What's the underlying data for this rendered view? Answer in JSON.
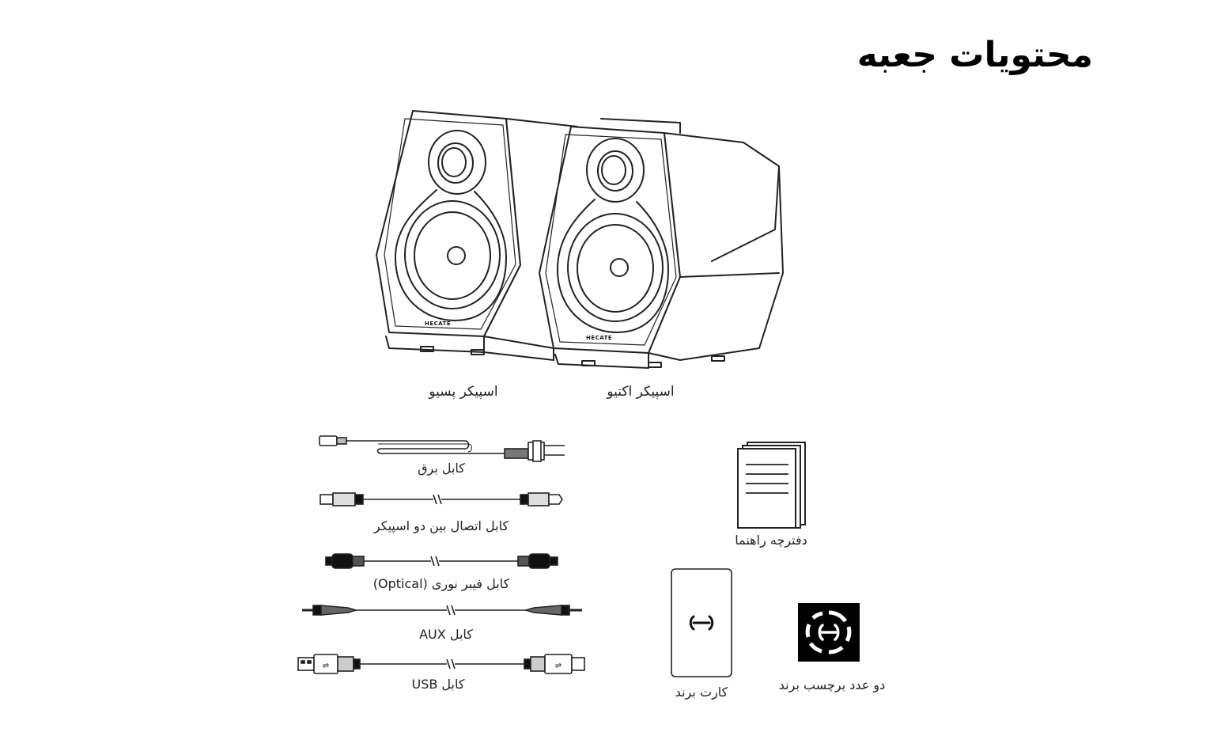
{
  "title": "محتویات جعبه",
  "speakers": {
    "brand_mark": "HECATE",
    "passive_label": "اسپیکر پسیو",
    "active_label": "اسپیکر اکتیو"
  },
  "cables": {
    "power": "کابل برق",
    "link": "کابل اتصال بین دو اسپیکر",
    "optical": "کابل فیبر نوری (Optical)",
    "aux": "کابل AUX",
    "usb": "کابل USB"
  },
  "extras": {
    "manual": "دفترچه راهنما",
    "brand_card": "کارت برند",
    "stickers": "دو عدد برچسب برند"
  }
}
